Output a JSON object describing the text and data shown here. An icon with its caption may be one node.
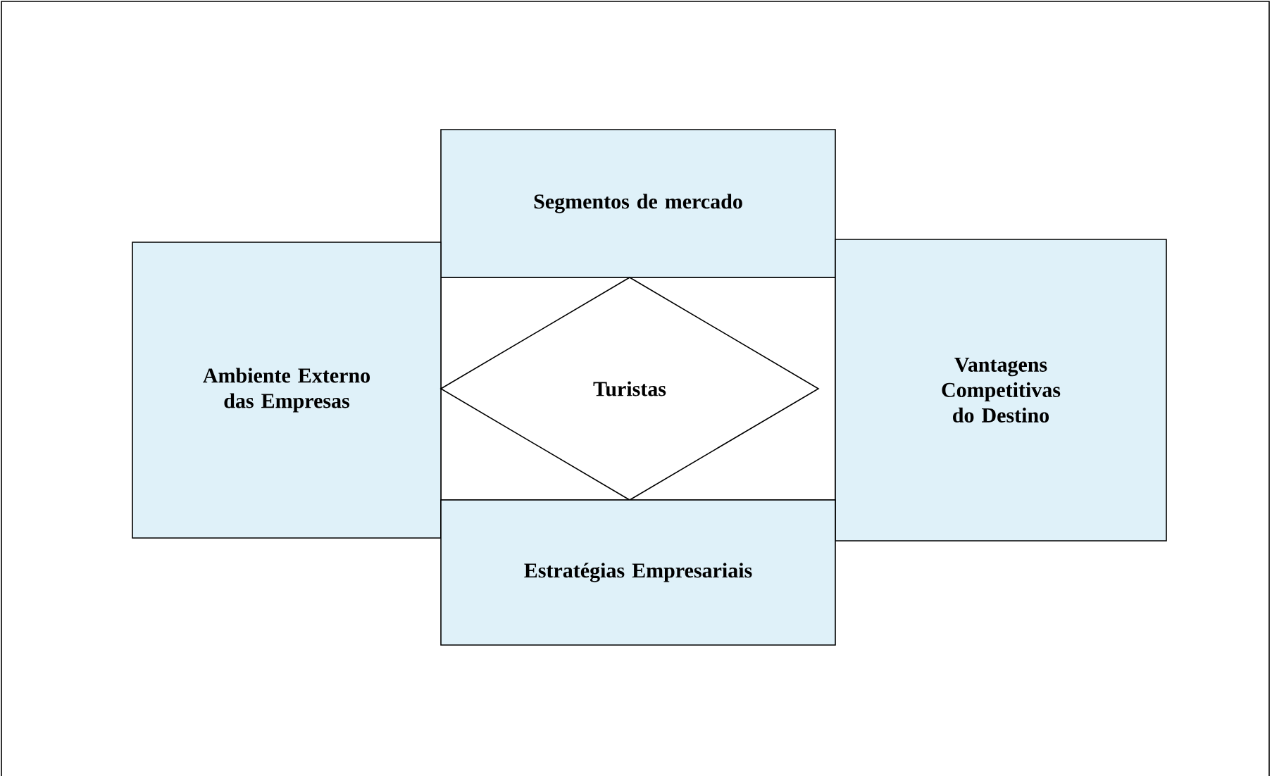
{
  "diagram": {
    "nodes": [
      {
        "text": [
          "Segmentos de mercado"
        ]
      },
      {
        "text": [
          "Ambiente Externo das Empresas"
        ]
      },
      {
        "text": [
          "Turistas"
        ]
      },
      {
        "text": [
          "Vantagens Competitivas do Destino"
        ]
      },
      {
        "text": [
          "Estratégias Empresariais"
        ]
      }
    ]
  }
}
